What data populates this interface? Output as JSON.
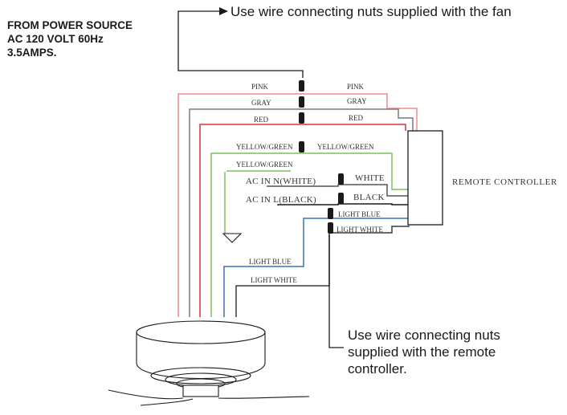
{
  "power_source": {
    "line1": "FROM POWER SOURCE",
    "line2": "AC 120 VOLT 60Hz",
    "line3": "3.5AMPS."
  },
  "notes": {
    "fan_nuts": "Use wire connecting nuts supplied with the fan",
    "remote_nuts_1": "Use wire connecting nuts",
    "remote_nuts_2": "supplied with the remote",
    "remote_nuts_3": "controller."
  },
  "remote_controller": {
    "label": "REMOTE  CONTROLLER"
  },
  "wire_labels": {
    "pink_left": "PINK",
    "pink_right": "PINK",
    "gray_left": "GRAY",
    "gray_right": "GRAY",
    "red_left": "RED",
    "red_right": "RED",
    "yg_left": "YELLOW/GREEN",
    "yg_right": "YELLOW/GREEN",
    "yg_lower": "YELLOW/GREEN",
    "ac_in_n": "AC IN N(WHITE)",
    "white": "WHITE",
    "ac_in_l": "AC IN L(BLACK)",
    "black": "BLACK",
    "light_blue_right": "LIGHT BLUE",
    "light_white_right": "LIGHT WHITE",
    "light_blue_left": "LIGHT BLUE",
    "light_white_left": "LIGHT WHITE"
  },
  "colors": {
    "pink": "#f08a94",
    "gray": "#7a7a7a",
    "red": "#d9343c",
    "yellow_green": "#7cc05a",
    "white_wire": "#555555",
    "black_wire": "#222222",
    "light_blue": "#3a72b8",
    "light_white": "#3a3a3a"
  }
}
